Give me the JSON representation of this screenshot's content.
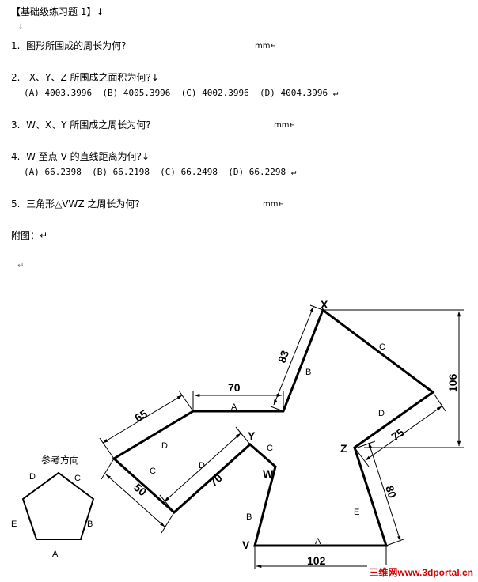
{
  "title": "【基础级练习题 1】↓",
  "arrow_line": "↓",
  "return_mark": "↵",
  "questions": [
    {
      "text": "1.  图形所围成的周长为何?",
      "unit": "mm↵"
    },
    {
      "text": "2.   X、Y、Z 所围成之面积为何?↓",
      "options": "(A) 4003.3996  (B) 4005.3996  (C) 4002.3996  (D) 4004.3996 ↵"
    },
    {
      "text": "3.  W、X、Y 所围成之周长为何?",
      "unit": "mm↵"
    },
    {
      "text": "4.  W 至点 V 的直线距离为何?↓",
      "options": "(A) 66.2398  (B) 66.2198  (C) 66.2498  (D) 66.2298 ↵"
    },
    {
      "text": "5.  三角形△VWZ 之周长为何?",
      "unit": "mm↵"
    }
  ],
  "attachment_label": "附图：↵",
  "figure": {
    "points": {
      "X": "X",
      "Y": "Y",
      "Z": "Z",
      "W": "W",
      "V": "V"
    },
    "dimensions": {
      "d70": "70",
      "d83": "83",
      "d65": "65",
      "d50": "50",
      "d70b": "70",
      "d106": "106",
      "d75": "75",
      "d80": "80",
      "d102": "102"
    },
    "edge_labels": {
      "a_top": "A",
      "b_right": "B",
      "c_right": "C",
      "d_left": "D",
      "c_left": "C",
      "d_mid": "D",
      "d_right": "D",
      "c_y": "C",
      "b_left": "B",
      "e_right": "E",
      "a_bottom": "A"
    }
  },
  "reference": {
    "title": "参考方向",
    "labels": {
      "top_left": "D",
      "top_right": "C",
      "left": "E",
      "right": "B",
      "bottom": "A"
    }
  },
  "watermark": "三维网www.3dportal.cn"
}
